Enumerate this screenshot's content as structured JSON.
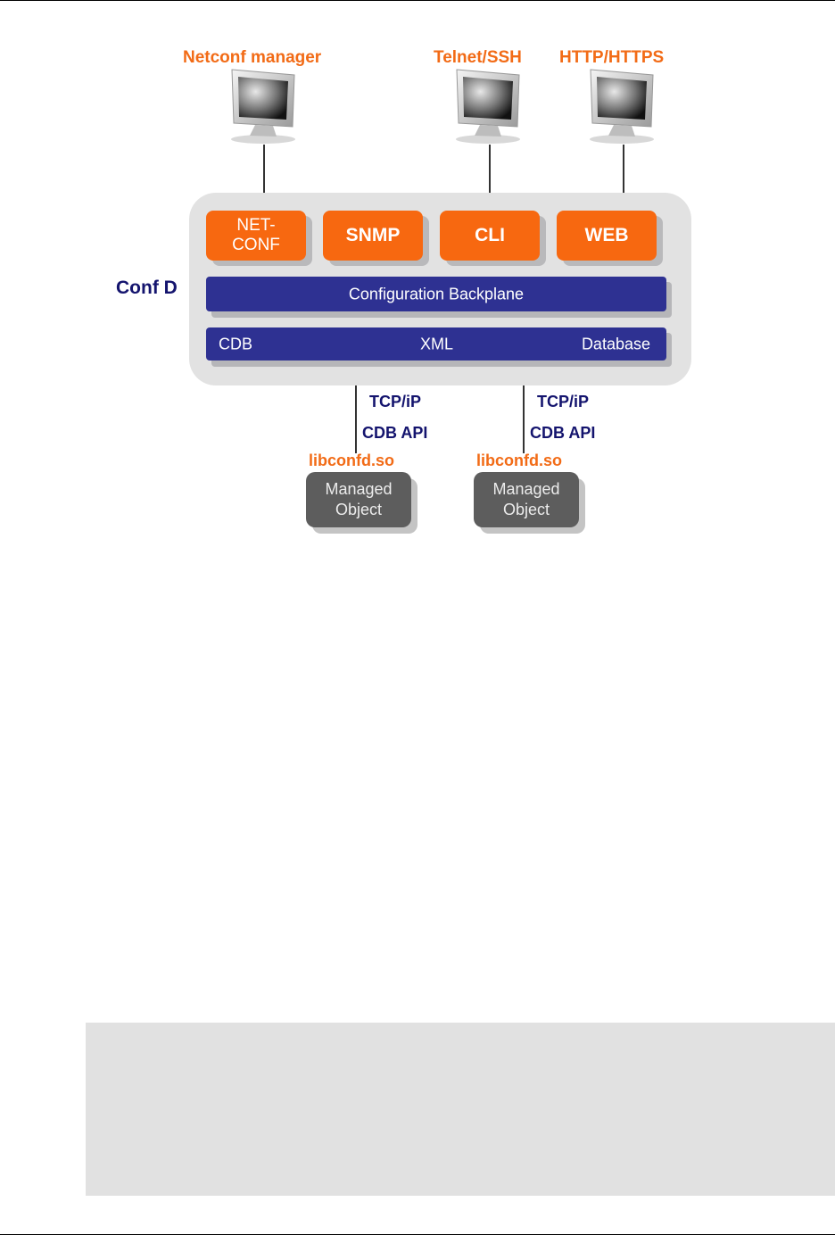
{
  "diagram": {
    "clients": [
      {
        "label": "Netconf manager",
        "icon": "monitor-icon"
      },
      {
        "label": "Telnet/SSH",
        "icon": "monitor-icon"
      },
      {
        "label": "HTTP/HTTPS",
        "icon": "monitor-icon"
      }
    ],
    "confd_label": "Conf D",
    "protocols": [
      "NET-\nCONF",
      "SNMP",
      "CLI",
      "WEB"
    ],
    "backplane_label": "Configuration Backplane",
    "database_bar": {
      "left": "CDB",
      "center": "XML",
      "right": "Database"
    },
    "links": [
      {
        "protocol": "TCP/iP",
        "api": "CDB API",
        "library": "libconfd.so",
        "object": "Managed\nObject"
      },
      {
        "protocol": "TCP/iP",
        "api": "CDB API",
        "library": "libconfd.so",
        "object": "Managed\nObject"
      }
    ],
    "colors": {
      "orange": "#f76810",
      "orange_text": "#f26b16",
      "navy": "#2e3192",
      "navy_text": "#14146e",
      "managed_object": "#5d5d5d",
      "panel": "#e2e2e2"
    }
  }
}
